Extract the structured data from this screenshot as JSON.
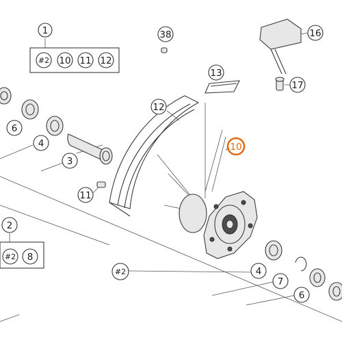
{
  "diagram": {
    "type": "exploded-parts-view",
    "callouts": [
      {
        "id": "c1",
        "label": "1"
      },
      {
        "id": "c1_2",
        "label": "#2"
      },
      {
        "id": "c1_10",
        "label": "10"
      },
      {
        "id": "c1_11",
        "label": "11"
      },
      {
        "id": "c1_12",
        "label": "12"
      },
      {
        "id": "c38",
        "label": "38"
      },
      {
        "id": "c16",
        "label": "16"
      },
      {
        "id": "c13",
        "label": "13"
      },
      {
        "id": "c17",
        "label": "17"
      },
      {
        "id": "c12",
        "label": "12"
      },
      {
        "id": "c10",
        "label": "10",
        "highlighted": true
      },
      {
        "id": "c6a",
        "label": "6"
      },
      {
        "id": "c4a",
        "label": "4"
      },
      {
        "id": "c3",
        "label": "3"
      },
      {
        "id": "c11",
        "label": "11"
      },
      {
        "id": "c2",
        "label": "2"
      },
      {
        "id": "c2_2",
        "label": "#2"
      },
      {
        "id": "c2_8",
        "label": "8"
      },
      {
        "id": "c_hash2",
        "label": "#2"
      },
      {
        "id": "c4b",
        "label": "4"
      },
      {
        "id": "c7",
        "label": "7"
      },
      {
        "id": "c6b",
        "label": "6"
      }
    ],
    "highlight_color": "#e36b12"
  }
}
